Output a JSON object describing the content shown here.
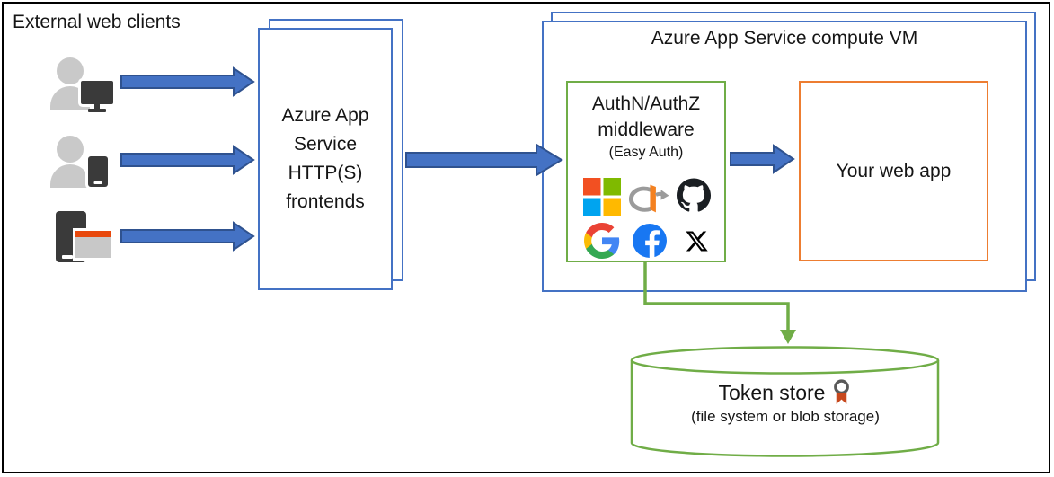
{
  "external_clients": {
    "label": "External web clients",
    "clients": [
      {
        "icon": "person-desktop-icon"
      },
      {
        "icon": "person-phone-icon"
      },
      {
        "icon": "device-browser-icon"
      }
    ]
  },
  "frontends": {
    "lines": [
      "Azure App",
      "Service",
      "HTTP(S)",
      "frontends"
    ]
  },
  "compute_vm": {
    "title": "Azure App Service compute VM"
  },
  "middleware": {
    "title_line1": "AuthN/AuthZ",
    "title_line2": "middleware",
    "subtitle": "(Easy Auth)",
    "providers": [
      "Microsoft",
      "OpenID Connect",
      "GitHub",
      "Google",
      "Facebook",
      "X"
    ]
  },
  "web_app": {
    "label": "Your web app"
  },
  "token_store": {
    "title": "Token store",
    "subtitle": "(file system or blob storage)",
    "icon": "award-icon"
  },
  "colors": {
    "azure_blue": "#4472C4",
    "arrow_border": "#2F528F",
    "green": "#70AD47",
    "orange": "#ED7D31",
    "frame_black": "#000000",
    "person_gray": "#C9C9C9",
    "device_dark": "#3A3A3A",
    "browser_bar": "#E8480C"
  }
}
